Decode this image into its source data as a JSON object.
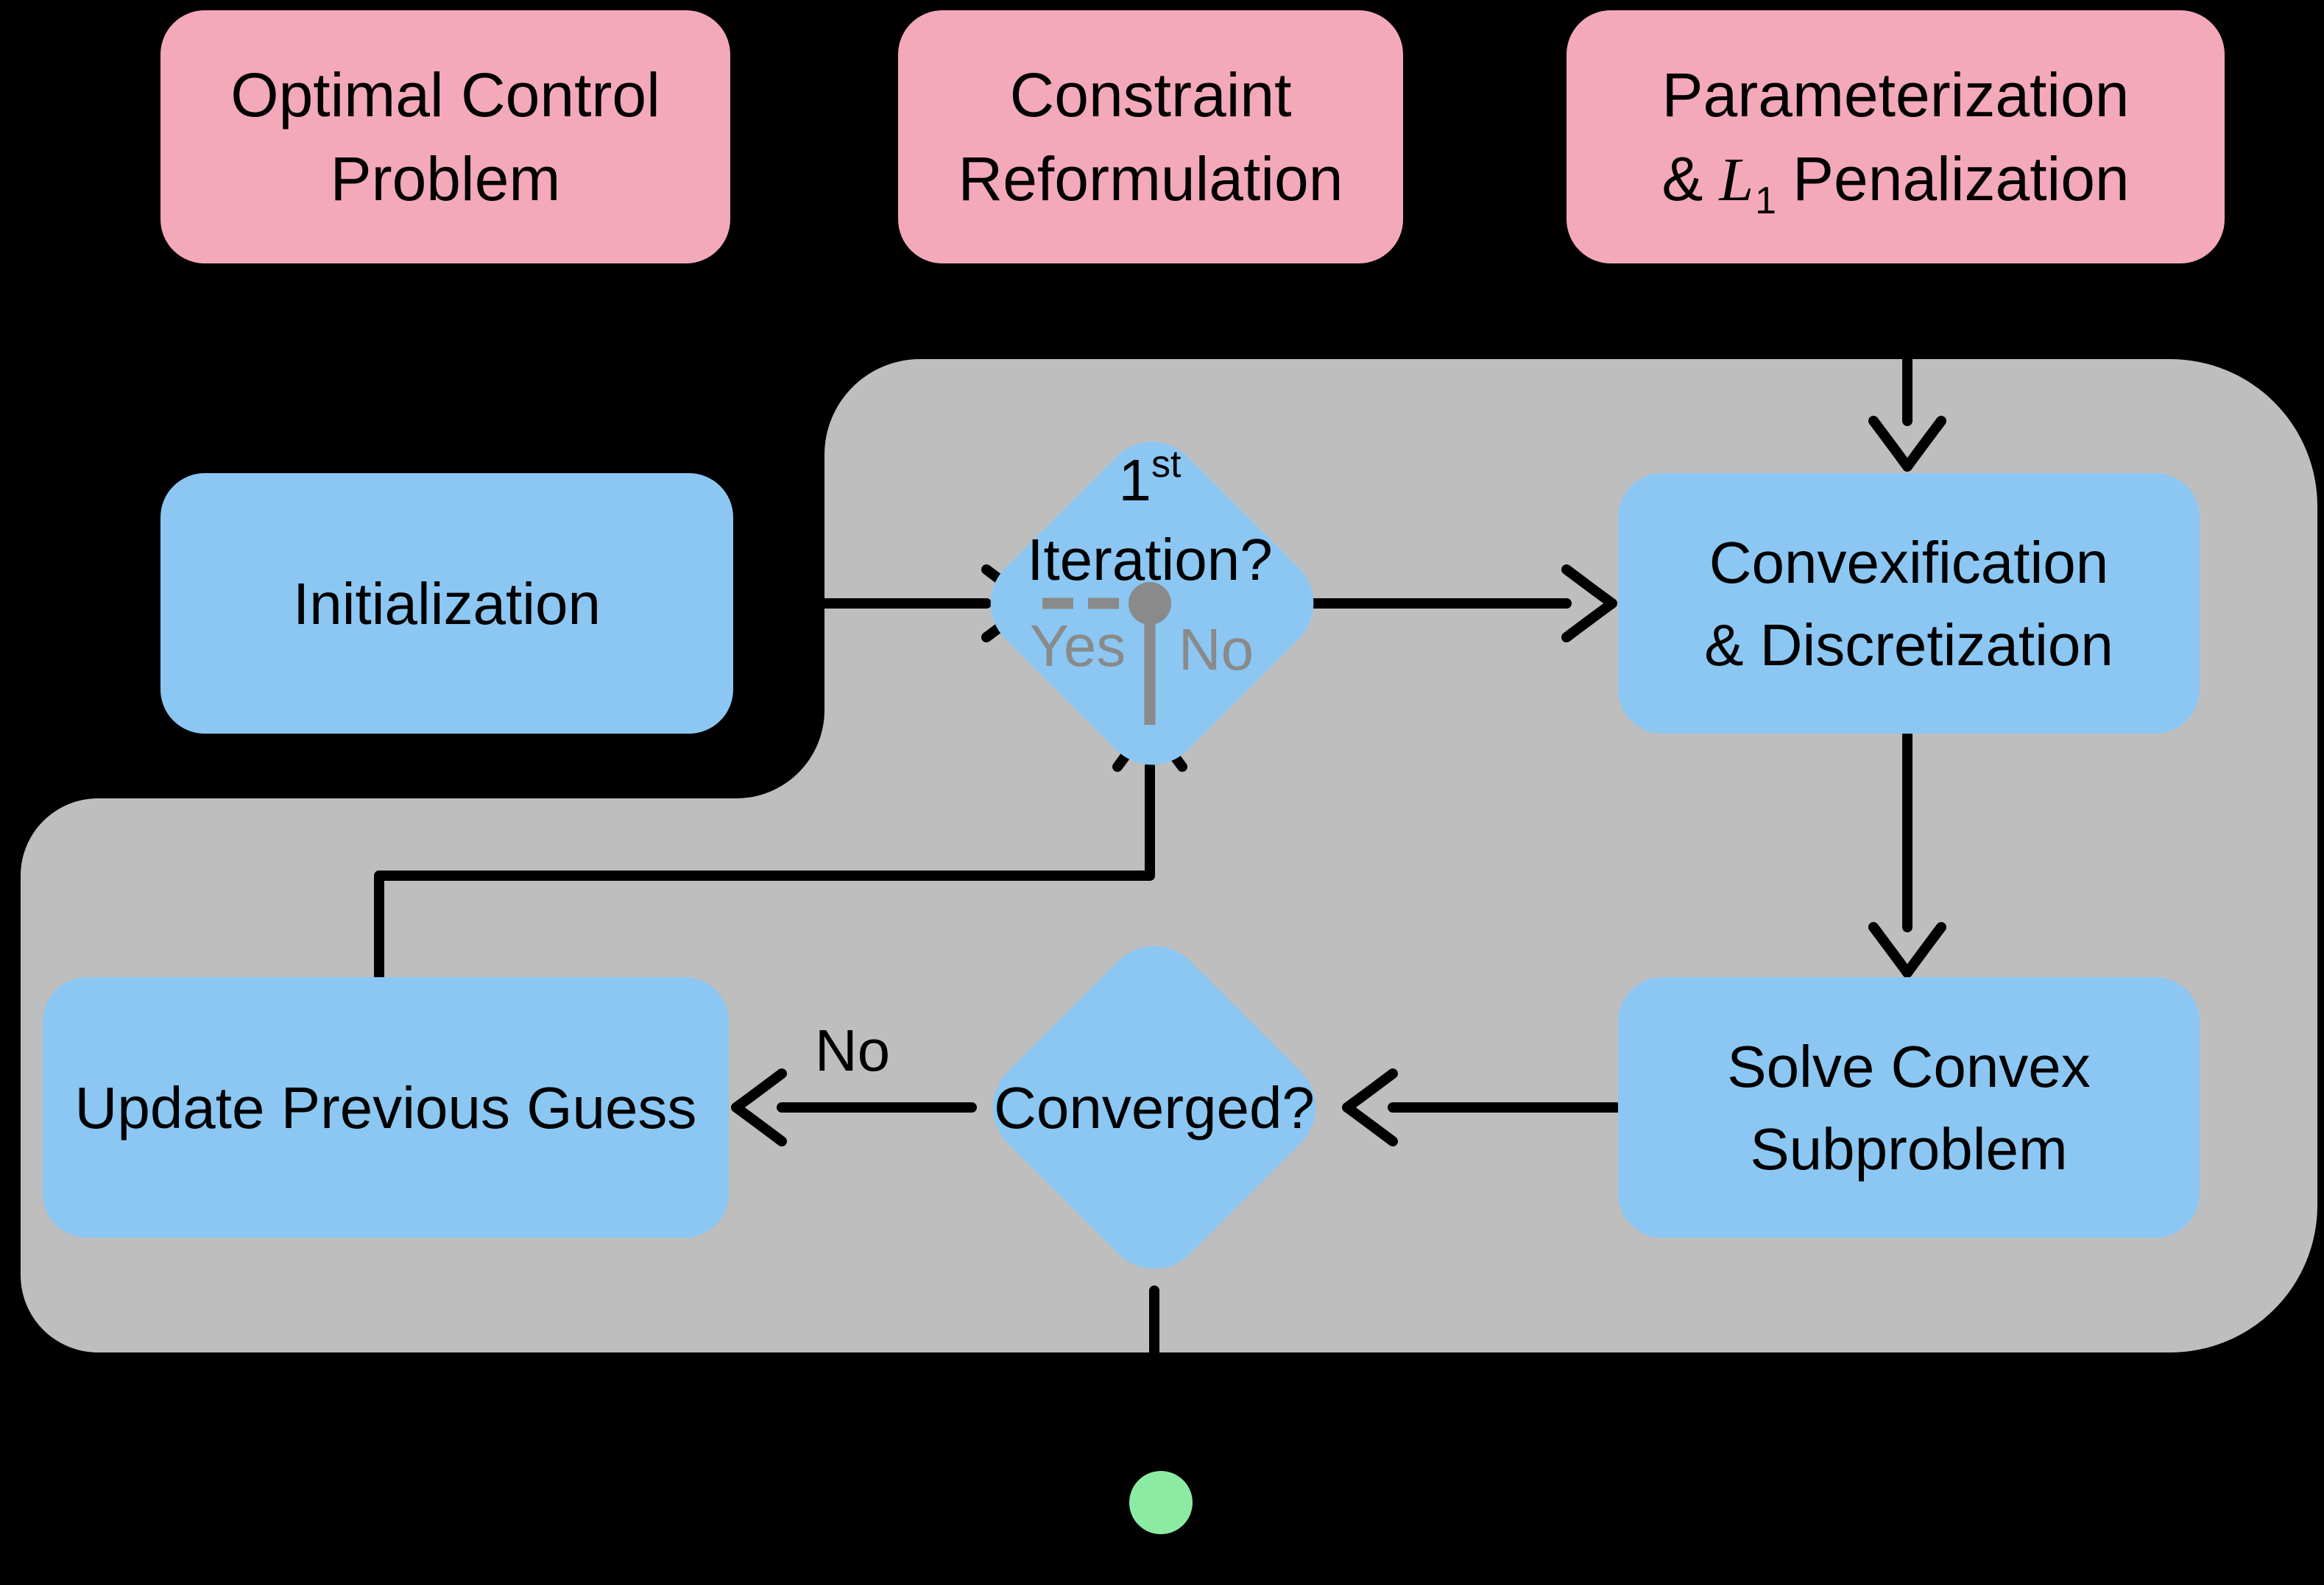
{
  "colors": {
    "background": "#000000",
    "stage_pink": "#f3a9b9",
    "node_blue": "#8bc7f2",
    "region_gray": "#bebebe",
    "accent_gray": "#8a8a8a",
    "line_black": "#000000",
    "terminal_green": "#8ceba2"
  },
  "stages": {
    "optimal_control": {
      "line1": "Optimal Control",
      "line2": "Problem"
    },
    "constraint_reformulation": {
      "line1": "Constraint",
      "line2": "Reformulation"
    },
    "parameterization": {
      "line1": "Parameterization",
      "line2_amp": "&",
      "line2_L": "L",
      "line2_sub": "1",
      "line2_rest": "Penalization"
    }
  },
  "nodes": {
    "initialization": {
      "label": "Initialization"
    },
    "first_iteration": {
      "base": "1",
      "sup": "st",
      "question": "Iteration?",
      "yes_label": "Yes",
      "no_label": "No"
    },
    "convexification": {
      "line1": "Convexification",
      "line2": "& Discretization"
    },
    "solve_subproblem": {
      "line1": "Solve Convex",
      "line2": "Subproblem"
    },
    "converged": {
      "question": "Converged?"
    },
    "update_guess": {
      "label": "Update Previous Guess"
    }
  },
  "edges": {
    "converged_no_label": "No"
  }
}
